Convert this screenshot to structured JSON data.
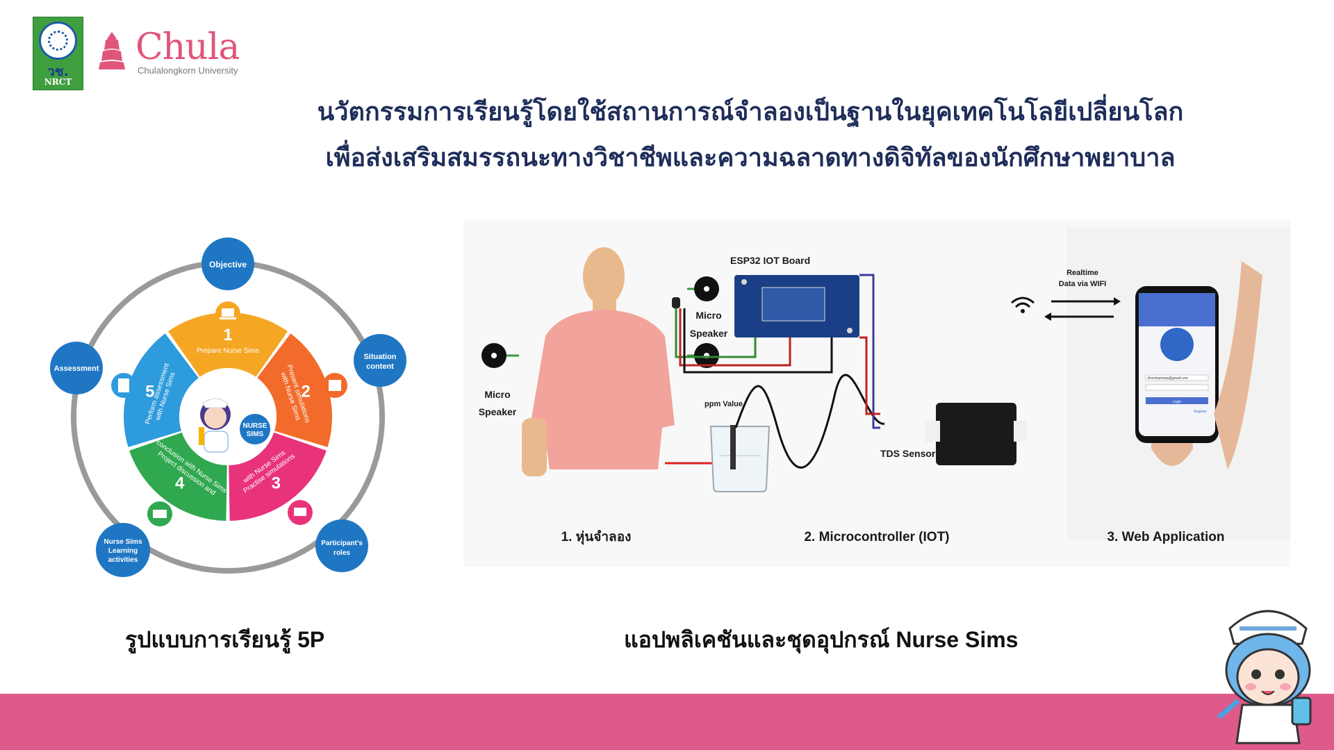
{
  "logos": {
    "nrct_thai": "วช.",
    "nrct_en": "NRCT",
    "chula_name": "Chula",
    "chula_sub": "Chulalongkorn University"
  },
  "title": {
    "line1": "นวัตกรรมการเรียนรู้โดยใช้สถานการณ์จำลองเป็นฐานในยุคเทคโนโลยีเปลี่ยนโลก",
    "line2": "เพื่อส่งเสริมสมรรถนะทางวิชาชีพและความฉลาดทางดิจิทัลของนักศึกษาพยาบาล"
  },
  "model_5p": {
    "outer_nodes": {
      "objective": "Objective",
      "situation": "Situation",
      "situation2": "content",
      "participant": "Participant's",
      "participant2": "roles",
      "activities": "Nurse Sims",
      "activities2": "Learning",
      "activities3": "activities",
      "assessment": "Assessment"
    },
    "segments": [
      {
        "num": "1",
        "label": "Prepare  Nurse Sims",
        "color": "#f5a623"
      },
      {
        "num": "2",
        "label": "Present simulations",
        "label2": "with Nurse Sims",
        "color": "#f26b2a"
      },
      {
        "num": "3",
        "label": "Practise simulations",
        "label2": "with Nurse Sims",
        "color": "#e8337a"
      },
      {
        "num": "4",
        "label": "Project discussion and",
        "label2": "conclusion with Nurse Sims",
        "color": "#2fa84f"
      },
      {
        "num": "5",
        "label": "Perform assessment",
        "label2": "with Nurse Sims",
        "color": "#2e9bdc"
      }
    ],
    "center_badge": "NURSE",
    "center_badge2": "SIMS",
    "caption": "รูปแบบการเรียนรู้ 5P"
  },
  "system": {
    "micro_speaker_left": "Micro",
    "micro_speaker_left2": "Speaker",
    "micro_speaker_top": "Micro",
    "micro_speaker_top2": "Speaker",
    "ppm_value": "ppm Value",
    "esp32": "ESP32 IOT Board",
    "realtime": "Realtime",
    "realtime2": "Data via WIFI",
    "tds_sensor": "TDS Sensor",
    "step1": "1. หุ่นจำลอง",
    "step2": "2. Microcontroller (IOT)",
    "step3": "3. Web Application",
    "phone_email": "thonrhamsaw@gmail.com",
    "phone_login": "Login",
    "phone_register": "Register"
  },
  "caption_right": "แอปพลิเคชันและชุดอุปกรณ์ Nurse Sims",
  "colors": {
    "title": "#1f2d5a",
    "footer": "#de5a8a",
    "node_blue": "#1f77c4"
  }
}
